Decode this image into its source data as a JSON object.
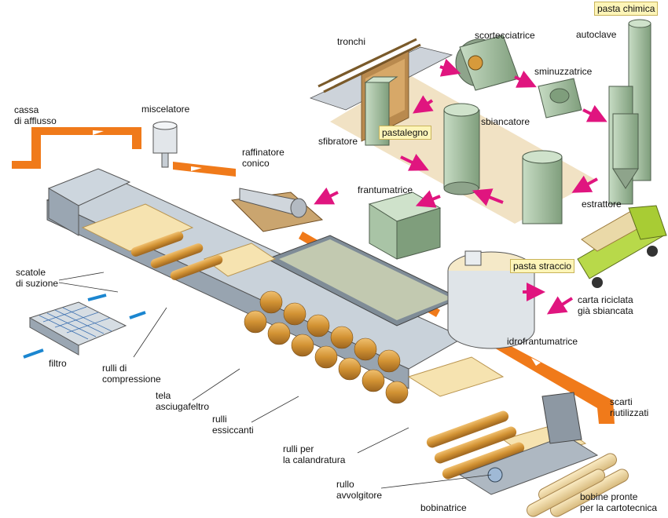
{
  "labels": {
    "tronchi": "tronchi",
    "scortecciatrice": "scortecciatrice",
    "autoclave": "autoclave",
    "sminuzzatrice": "sminuzzatrice",
    "sbiancatore": "sbiancatore",
    "sfibratore": "sfibratore",
    "miscelatore": "miscelatore",
    "cassa_afflusso": "cassa\ndi afflusso",
    "raffinatore": "raffinatore\nconico",
    "frantumatrice": "frantumatrice",
    "estrattore": "estrattore",
    "scatole": "scatole\ndi suzione",
    "carta_riciclata": "carta riciclata\ngià sbiancata",
    "idrofrantumatrice": "idrofrantumatrice",
    "filtro": "filtro",
    "rulli_compressione": "rulli di\ncompressione",
    "tela": "tela\nasciugafeltro",
    "rulli_essiccanti": "rulli\nessiccanti",
    "scarti": "scarti\nriutilizzati",
    "calandratura": "rulli per\nla calandratura",
    "rullo_avvolgitore": "rullo\navvolgitore",
    "bobinatrice": "bobinatrice",
    "bobine": "bobine pronte\nper la cartotecnica"
  },
  "tags": {
    "pasta_chimica": "pasta chimica",
    "pastalegno": "pastalegno",
    "pasta_straccio": "pasta straccio"
  },
  "colors": {
    "orange_flow": "#f07a1a",
    "magenta_flow": "#e0157f",
    "blue_flow": "#1b86d0",
    "machine_green": "#a9c4a6",
    "machine_gray": "#aeb8c2",
    "paper": "#f6e3b0",
    "roller": "#d9a24a",
    "floor": "#f1e2c4"
  }
}
